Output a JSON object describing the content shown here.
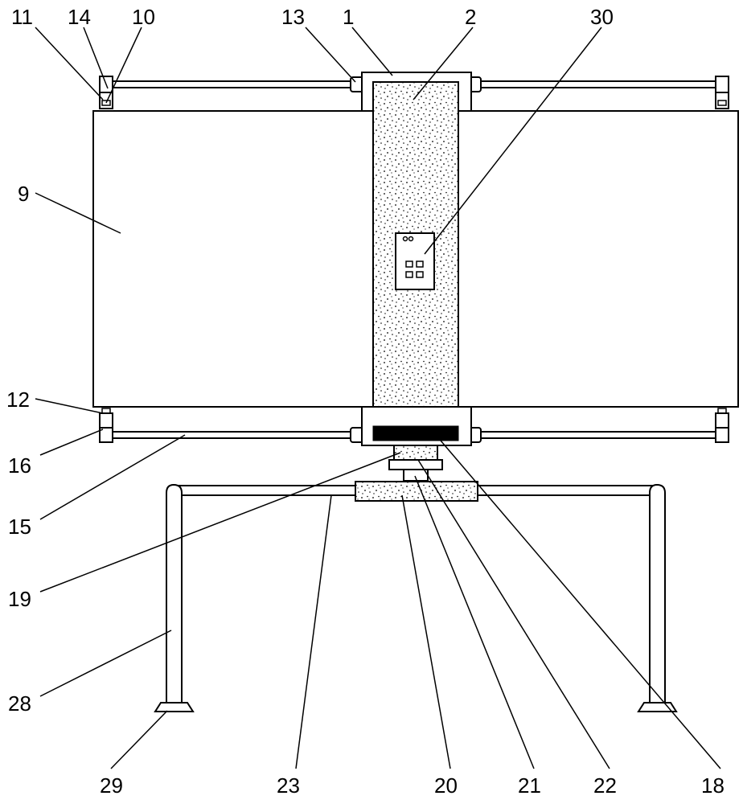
{
  "figure": {
    "callouts": {
      "c1": "1",
      "c2": "2",
      "c9": "9",
      "c10": "10",
      "c11": "11",
      "c12": "12",
      "c13": "13",
      "c14": "14",
      "c15": "15",
      "c16": "16",
      "c18": "18",
      "c19": "19",
      "c20": "20",
      "c21": "21",
      "c22": "22",
      "c23": "23",
      "c28": "28",
      "c29": "29",
      "c30": "30"
    }
  }
}
